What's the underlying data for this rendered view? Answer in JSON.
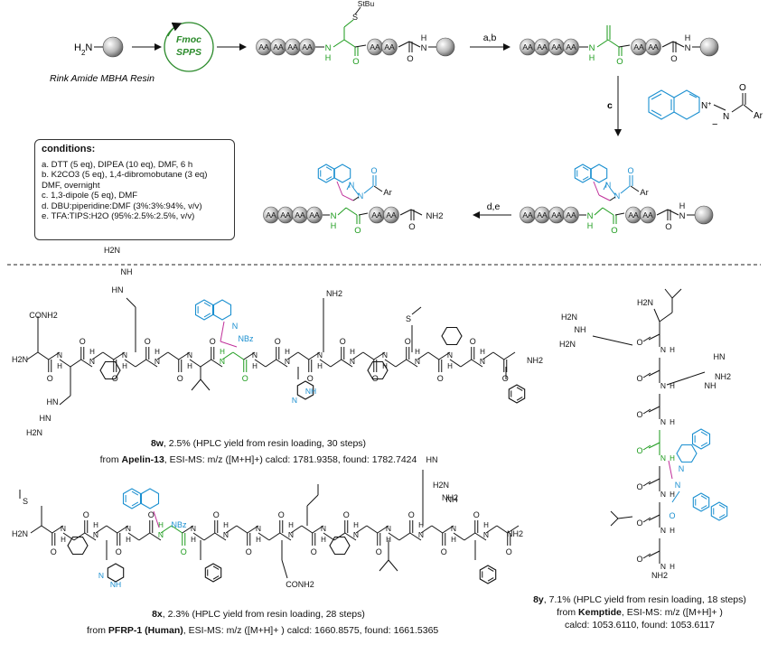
{
  "scheme": {
    "resin_label": "Rink Amide MBHA Resin",
    "spps_label_1": "Fmoc",
    "spps_label_2": "SPPS",
    "h2n": "H2N",
    "aa": "AA",
    "stbu": "StBu",
    "step_ab": "a,b",
    "step_c": "c",
    "step_de": "d,e",
    "ar": "Ar",
    "n_plus": "N+",
    "n_minus": "−",
    "o": "O",
    "n": "N",
    "h": "H",
    "nh2": "NH2"
  },
  "conditions": {
    "title": "conditions:",
    "lines": [
      "a. DTT (5 eq), DIPEA (10 eq), DMF, 6 h",
      "b. K2CO3 (5 eq), 1,4-dibromobutane (3 eq)",
      "    DMF, overnight",
      "c. 1,3-dipole (5 eq), DMF",
      "d. DBU:piperidine:DMF (3%:3%:94%, v/v)",
      "e. TFA:TIPS:H2O (95%:2.5%:2.5%, v/v)"
    ]
  },
  "products": {
    "p8w": {
      "id": "8w",
      "line1": ", 2.5% (HPLC yield from resin loading, 30 steps)",
      "from": "from ",
      "source": "Apelin-13",
      "ms": ", ESI-MS: m/z ([M+H]+) calcd: 1781.9358, found: 1782.7424"
    },
    "p8x": {
      "id": "8x",
      "line1": ", 2.3% (HPLC yield from resin loading, 28 steps)",
      "from": "from ",
      "source": "PFRP-1 (Human)",
      "ms": ", ESI-MS: m/z ([M+H]+ ) calcd: 1660.8575, found: 1661.5365"
    },
    "p8y": {
      "id": "8y",
      "line1": ", 7.1% (HPLC yield from resin loading, 18 steps)",
      "from": "from ",
      "source": "Kemptide",
      "ms": ", ESI-MS: m/z ([M+H]+ )",
      "ms2": "calcd: 1053.6110,  found: 1053.6117"
    }
  },
  "labels": {
    "conh2": "CONH2",
    "nh2": "NH2",
    "h2n": "H2N",
    "hn": "HN",
    "nh": "NH",
    "n": "N",
    "h": "H",
    "o": "O",
    "nbz": "NBz",
    "s": "S"
  },
  "colors": {
    "green": "#1a9a1a",
    "blue": "#1a8fd0",
    "magenta": "#c0309a",
    "bead": "#9a9a9a"
  }
}
